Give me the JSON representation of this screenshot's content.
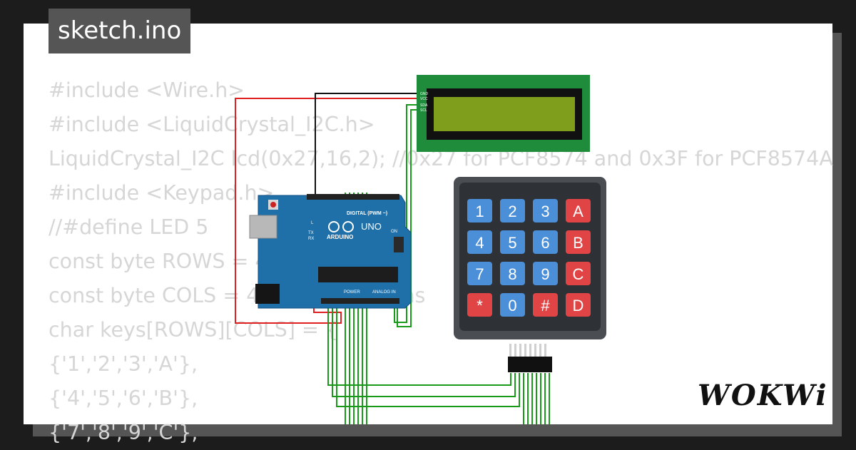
{
  "window": {
    "title": "sketch.ino"
  },
  "code": {
    "lines": [
      "#include <Wire.h>",
      "#include <LiquidCrystal_I2C.h>",
      "LiquidCrystal_I2C lcd(0x27,16,2); //0x27 for PCF8574 and 0x3F for PCF8574A",
      "#include <Keypad.h>",
      "//#define LED 5",
      "const byte ROWS = 4; // four rows",
      "const byte COLS = 4; // four columns",
      "char keys[ROWS][COLS] = {",
      "{'1','2','3','A'},",
      "{'4','5','6','B'},",
      "{'7','8','9','C'},"
    ]
  },
  "keypad": {
    "keys": [
      "1",
      "2",
      "3",
      "A",
      "4",
      "5",
      "6",
      "B",
      "7",
      "8",
      "9",
      "C",
      "*",
      "0",
      "#",
      "D"
    ],
    "digit_color": "#4a8fd8",
    "letter_color": "#e04444"
  },
  "arduino": {
    "board_label": "UNO",
    "brand": "ARDUINO",
    "digital_label": "DIGITAL (PWM ~)",
    "power_label": "POWER",
    "analog_label": "ANALOG IN",
    "on_label": "ON",
    "tx_label": "TX",
    "rx_label": "RX",
    "l_label": "L",
    "board_color": "#1f6fa8"
  },
  "lcd": {
    "pin_labels": [
      "GND",
      "VCC",
      "SDA",
      "SCL"
    ],
    "pcb_color": "#1e8c3a",
    "screen_color": "#7f9e1c"
  },
  "branding": {
    "logo": "WOKWi"
  }
}
